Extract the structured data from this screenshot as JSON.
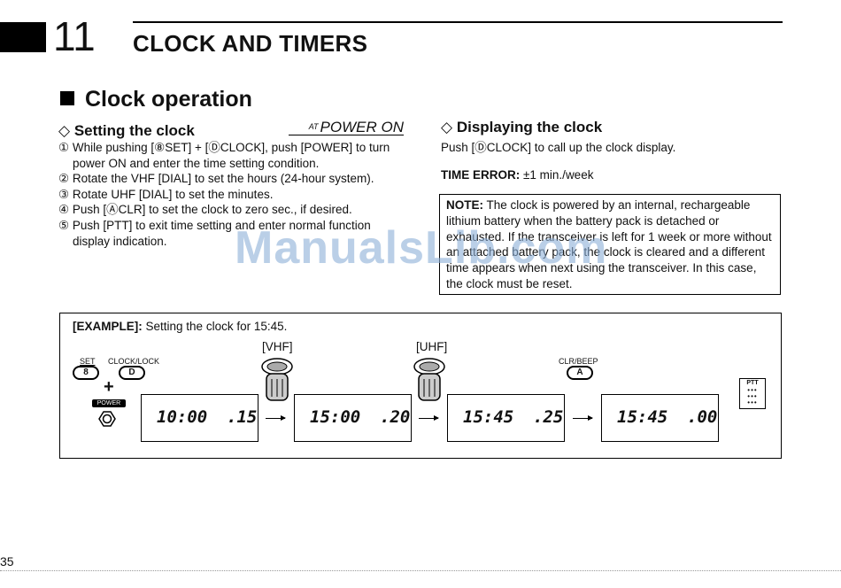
{
  "header": {
    "chapter_number": "11",
    "chapter_title": "CLOCK AND TIMERS"
  },
  "section_title": "Clock operation",
  "setting": {
    "title": "Setting the clock",
    "mode_prefix": "AT",
    "mode_label": "POWER ON",
    "steps": [
      "① While pushing [⑧SET] + [ⒹCLOCK], push [POWER] to turn power ON and enter the time setting condition.",
      "② Rotate the VHF [DIAL] to set the hours (24-hour system).",
      "③ Rotate UHF [DIAL] to set the minutes.",
      "④ Push [ⒶCLR] to set the clock to zero sec., if desired.",
      "⑤ Push [PTT] to exit time setting and enter normal function display indication."
    ]
  },
  "displaying": {
    "title": "Displaying the clock",
    "text": "Push [ⒹCLOCK] to call up the clock display.",
    "time_error_label": "TIME ERROR:",
    "time_error_value": "±1 min./week"
  },
  "note": {
    "label": "NOTE:",
    "text": "The clock is powered by an internal, rechargeable lithium battery when the battery pack is detached or exhausted. If the transceiver is left for 1 week or more without an attached battery pack, the clock is cleared and a different time appears when next using the transceiver. In this case, the clock must be reset."
  },
  "example": {
    "label": "[EXAMPLE]:",
    "text": "Setting the clock for 15:45.",
    "vhf_label": "[VHF]",
    "uhf_label": "[UHF]",
    "set_label": "SET",
    "set_key": "8",
    "clock_label": "CLOCK/LOCK",
    "clock_key": "D",
    "plus": "+",
    "power_label": "POWER",
    "clr_label": "CLR/BEEP",
    "clr_key": "A",
    "ptt_label": "PTT",
    "displays": [
      {
        "time": "10:00",
        "sec": ".15"
      },
      {
        "time": "15:00",
        "sec": ".20"
      },
      {
        "time": "15:45",
        "sec": ".25"
      },
      {
        "time": "15:45",
        "sec": ".00"
      }
    ]
  },
  "watermark": "ManualsLib.com",
  "page_number": "35"
}
